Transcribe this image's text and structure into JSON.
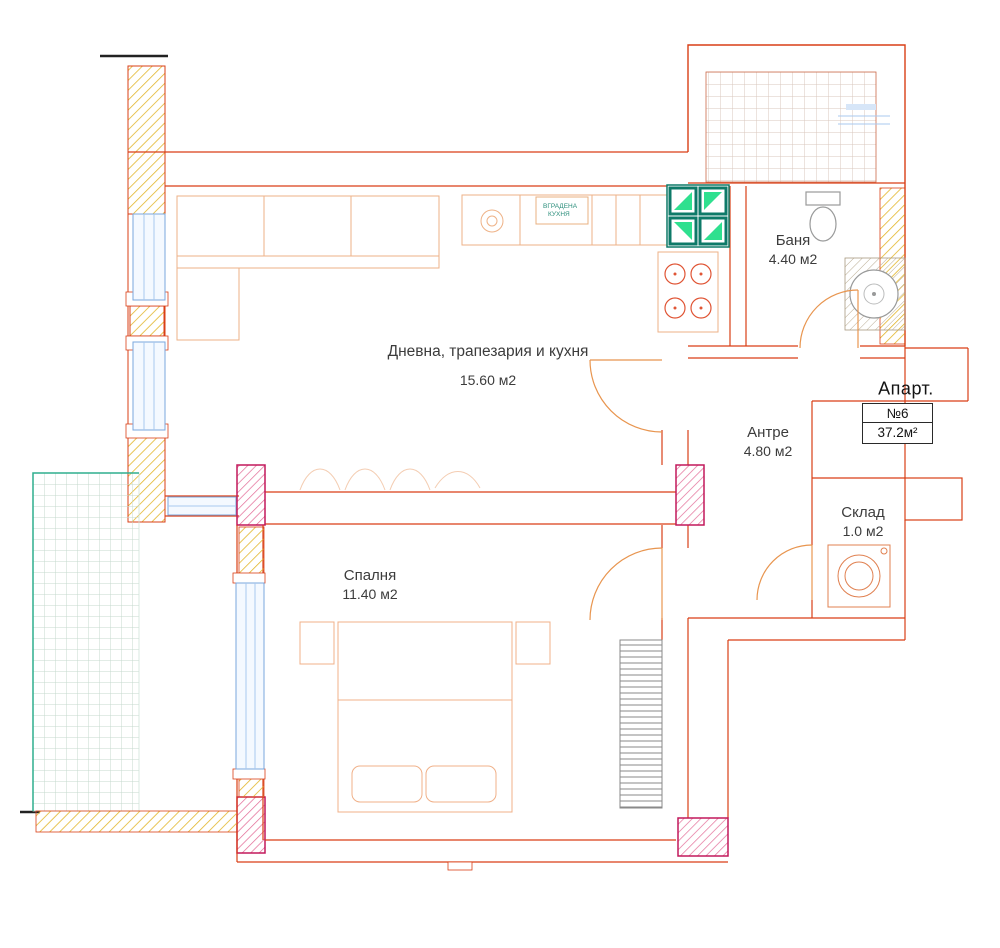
{
  "plan": {
    "rooms": [
      {
        "name": "Дневна, трапезария и кухня",
        "area": "15.60 м2"
      },
      {
        "name": "Баня",
        "area": "4.40 м2"
      },
      {
        "name": "Антре",
        "area": "4.80 м2"
      },
      {
        "name": "Спалня",
        "area": "11.40 м2"
      },
      {
        "name": "Склад",
        "area": "1.0 м2"
      }
    ],
    "title_block": {
      "label": "Апарт.",
      "number": "№6",
      "total_area": "37.2м²"
    },
    "kitchen_note": {
      "line1": "ВГРАДЕНА",
      "line2": "КУХНЯ"
    }
  },
  "colors": {
    "walls": "#d93f16",
    "columns": "#c2185b",
    "column_hatch": "#e26b96",
    "insulation_hatch": "#e2b62c",
    "window": "#7aa7dd",
    "kitchen_unit": "#0e7a68",
    "kitchen_glass": "#2fe08f",
    "furniture": "#eeb287",
    "door_arc": "#e8954f",
    "terrace_border": "#2fae8d"
  }
}
